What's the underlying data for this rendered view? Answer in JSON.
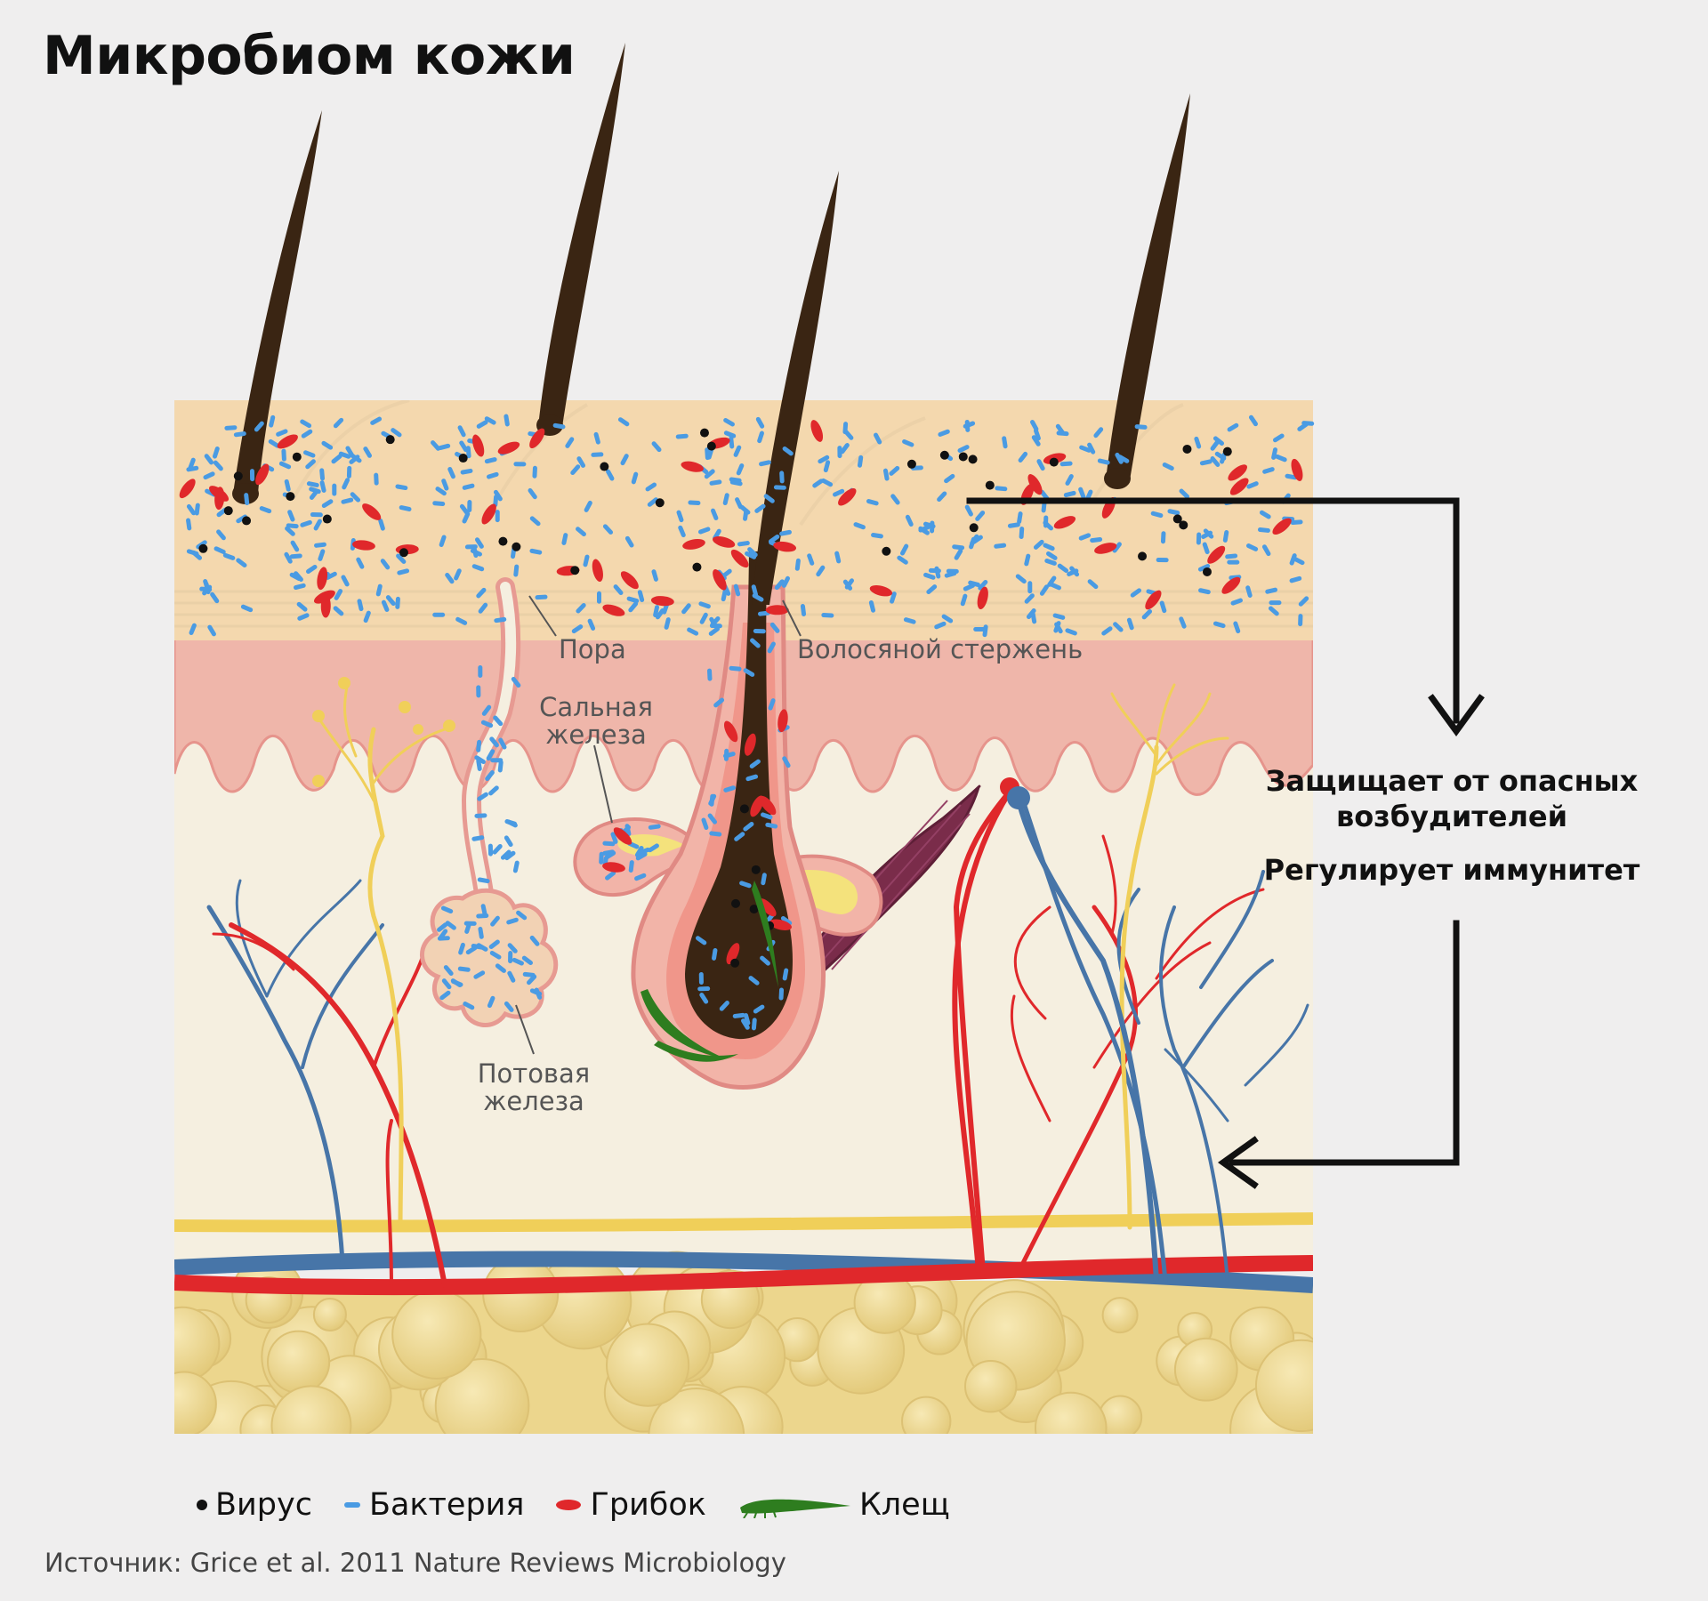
{
  "title": "Микробиом кожи",
  "labels": {
    "pore": "Пора",
    "hair_shaft": "Волосяной стержень",
    "sebaceous_gland": "Сальная железа",
    "sweat_gland": "Потовая железа"
  },
  "effects": {
    "protect": "Защищает от опасных возбудителей",
    "immunity": "Регулирует иммунитет"
  },
  "legend": [
    {
      "icon": "virus-dot",
      "label": "Вирус",
      "color": "#111111"
    },
    {
      "icon": "bacterium-dash",
      "label": "Бактерия",
      "color": "#4a9be3"
    },
    {
      "icon": "fungus-oval",
      "label": "Грибок",
      "color": "#e0282b"
    },
    {
      "icon": "mite-shape",
      "label": "Клещ",
      "color": "#2e7d1f"
    }
  ],
  "source": "Источник: Grice et al. 2011 Nature Reviews Microbiology",
  "colors": {
    "epidermis": "#f4d8ae",
    "dermis_pink": "#efb6aa",
    "dermis": "#f5efe0",
    "fat": "#ecd68d",
    "hair": "#3a2513",
    "artery": "#e0282b",
    "vein": "#4775a8",
    "nerve": "#f0cf59",
    "muscle": "#7a2c4a"
  }
}
